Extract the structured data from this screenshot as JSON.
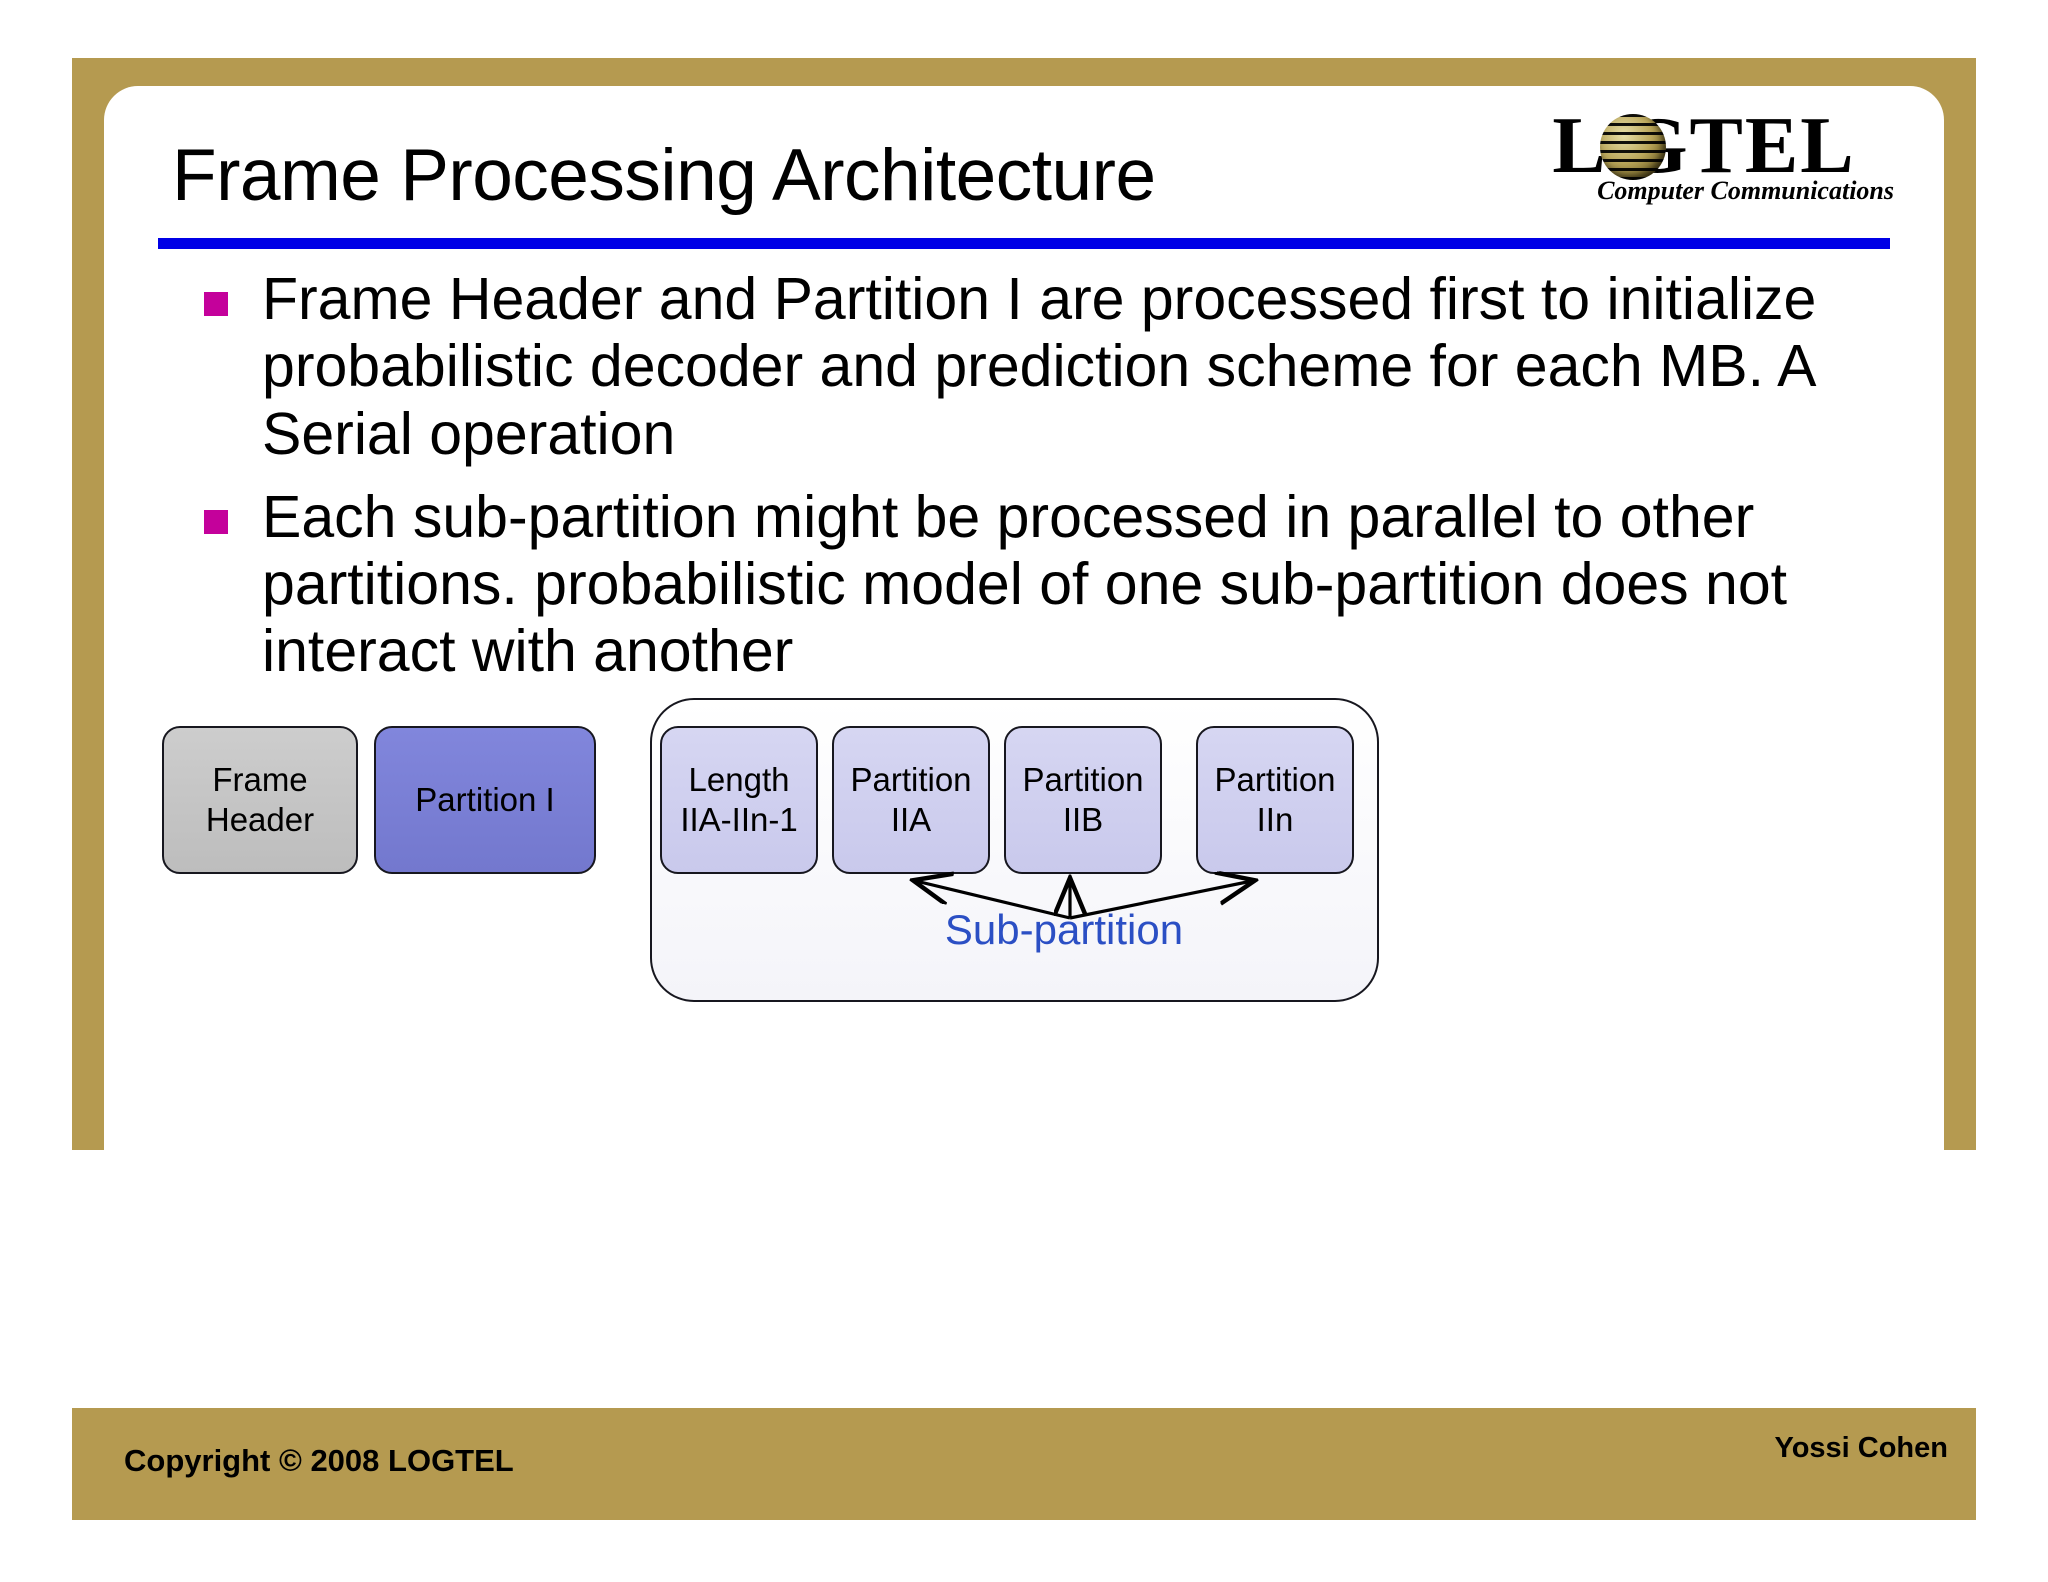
{
  "slide": {
    "title": "Frame Processing Architecture",
    "bullets": [
      "Frame Header and  Partition I are processed first to initialize probabilistic decoder and prediction scheme for each MB. A Serial operation",
      "Each sub-partition might be processed in parallel to other partitions. probabilistic model of one sub-partition does not interact with another"
    ]
  },
  "logo": {
    "wordmark": "L  GTEL",
    "tagline": "Computer Communications"
  },
  "diagram": {
    "nodes": [
      {
        "id": "frame-header",
        "label": "Frame\nHeader",
        "fill": "#c5c5c5"
      },
      {
        "id": "partition-i",
        "label": "Partition I",
        "fill": "#7b7fd6"
      },
      {
        "id": "length",
        "label": "Length\nIIA-IIn-1",
        "fill": "#d0d0ef"
      },
      {
        "id": "partition-iia",
        "label": "Partition\nIIA",
        "fill": "#d0d0ef"
      },
      {
        "id": "partition-iib",
        "label": "Partition\nIIB",
        "fill": "#d0d0ef"
      },
      {
        "id": "partition-iin",
        "label": "Partition\nIIn",
        "fill": "#d0d0ef"
      }
    ],
    "group_label": "Sub-partition",
    "group_label_color": "#2b4fc4"
  },
  "footer": {
    "copyright": "Copyright © 2008 LOGTEL",
    "author": "Yossi Cohen"
  },
  "theme": {
    "frame_gold": "#b59a50",
    "rule_blue": "#0000e6",
    "bullet_magenta": "#c4019b"
  }
}
